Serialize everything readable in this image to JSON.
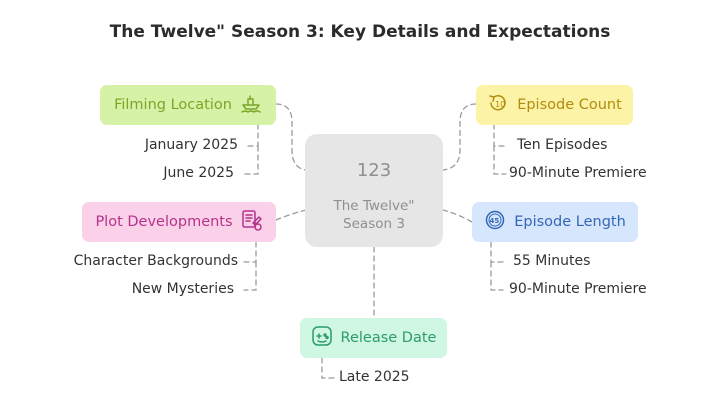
{
  "title": "The Twelve\" Season 3: Key Details and Expectations",
  "center": {
    "number": "123",
    "label_line1": "The Twelve\"",
    "label_line2": "Season 3"
  },
  "branches": {
    "filming_location": {
      "label": "Filming Location",
      "icon": "ship-waves-icon",
      "color": "#d6f2a7",
      "text_color": "#7aa62a",
      "items": [
        "January 2025",
        "June 2025"
      ]
    },
    "plot_developments": {
      "label": "Plot Developments",
      "icon": "notebook-pen-icon",
      "color": "#fbd0e9",
      "text_color": "#b3338a",
      "items": [
        "Character Backgrounds",
        "New Mysteries"
      ]
    },
    "episode_count": {
      "label": "Episode Count",
      "icon": "ten-rotate-icon",
      "color": "#fdf3a6",
      "text_color": "#b08c10",
      "items": [
        "Ten Episodes",
        "90-Minute Premiere"
      ]
    },
    "episode_length": {
      "label": "Episode Length",
      "icon": "timer-45-icon",
      "color": "#d6e6fc",
      "text_color": "#3567b8",
      "items": [
        "55 Minutes",
        "90-Minute Premiere"
      ]
    },
    "release_date": {
      "label": "Release Date",
      "icon": "gamepad-icon",
      "color": "#cff7e3",
      "text_color": "#2d9c69",
      "items": [
        "Late 2025"
      ]
    }
  }
}
